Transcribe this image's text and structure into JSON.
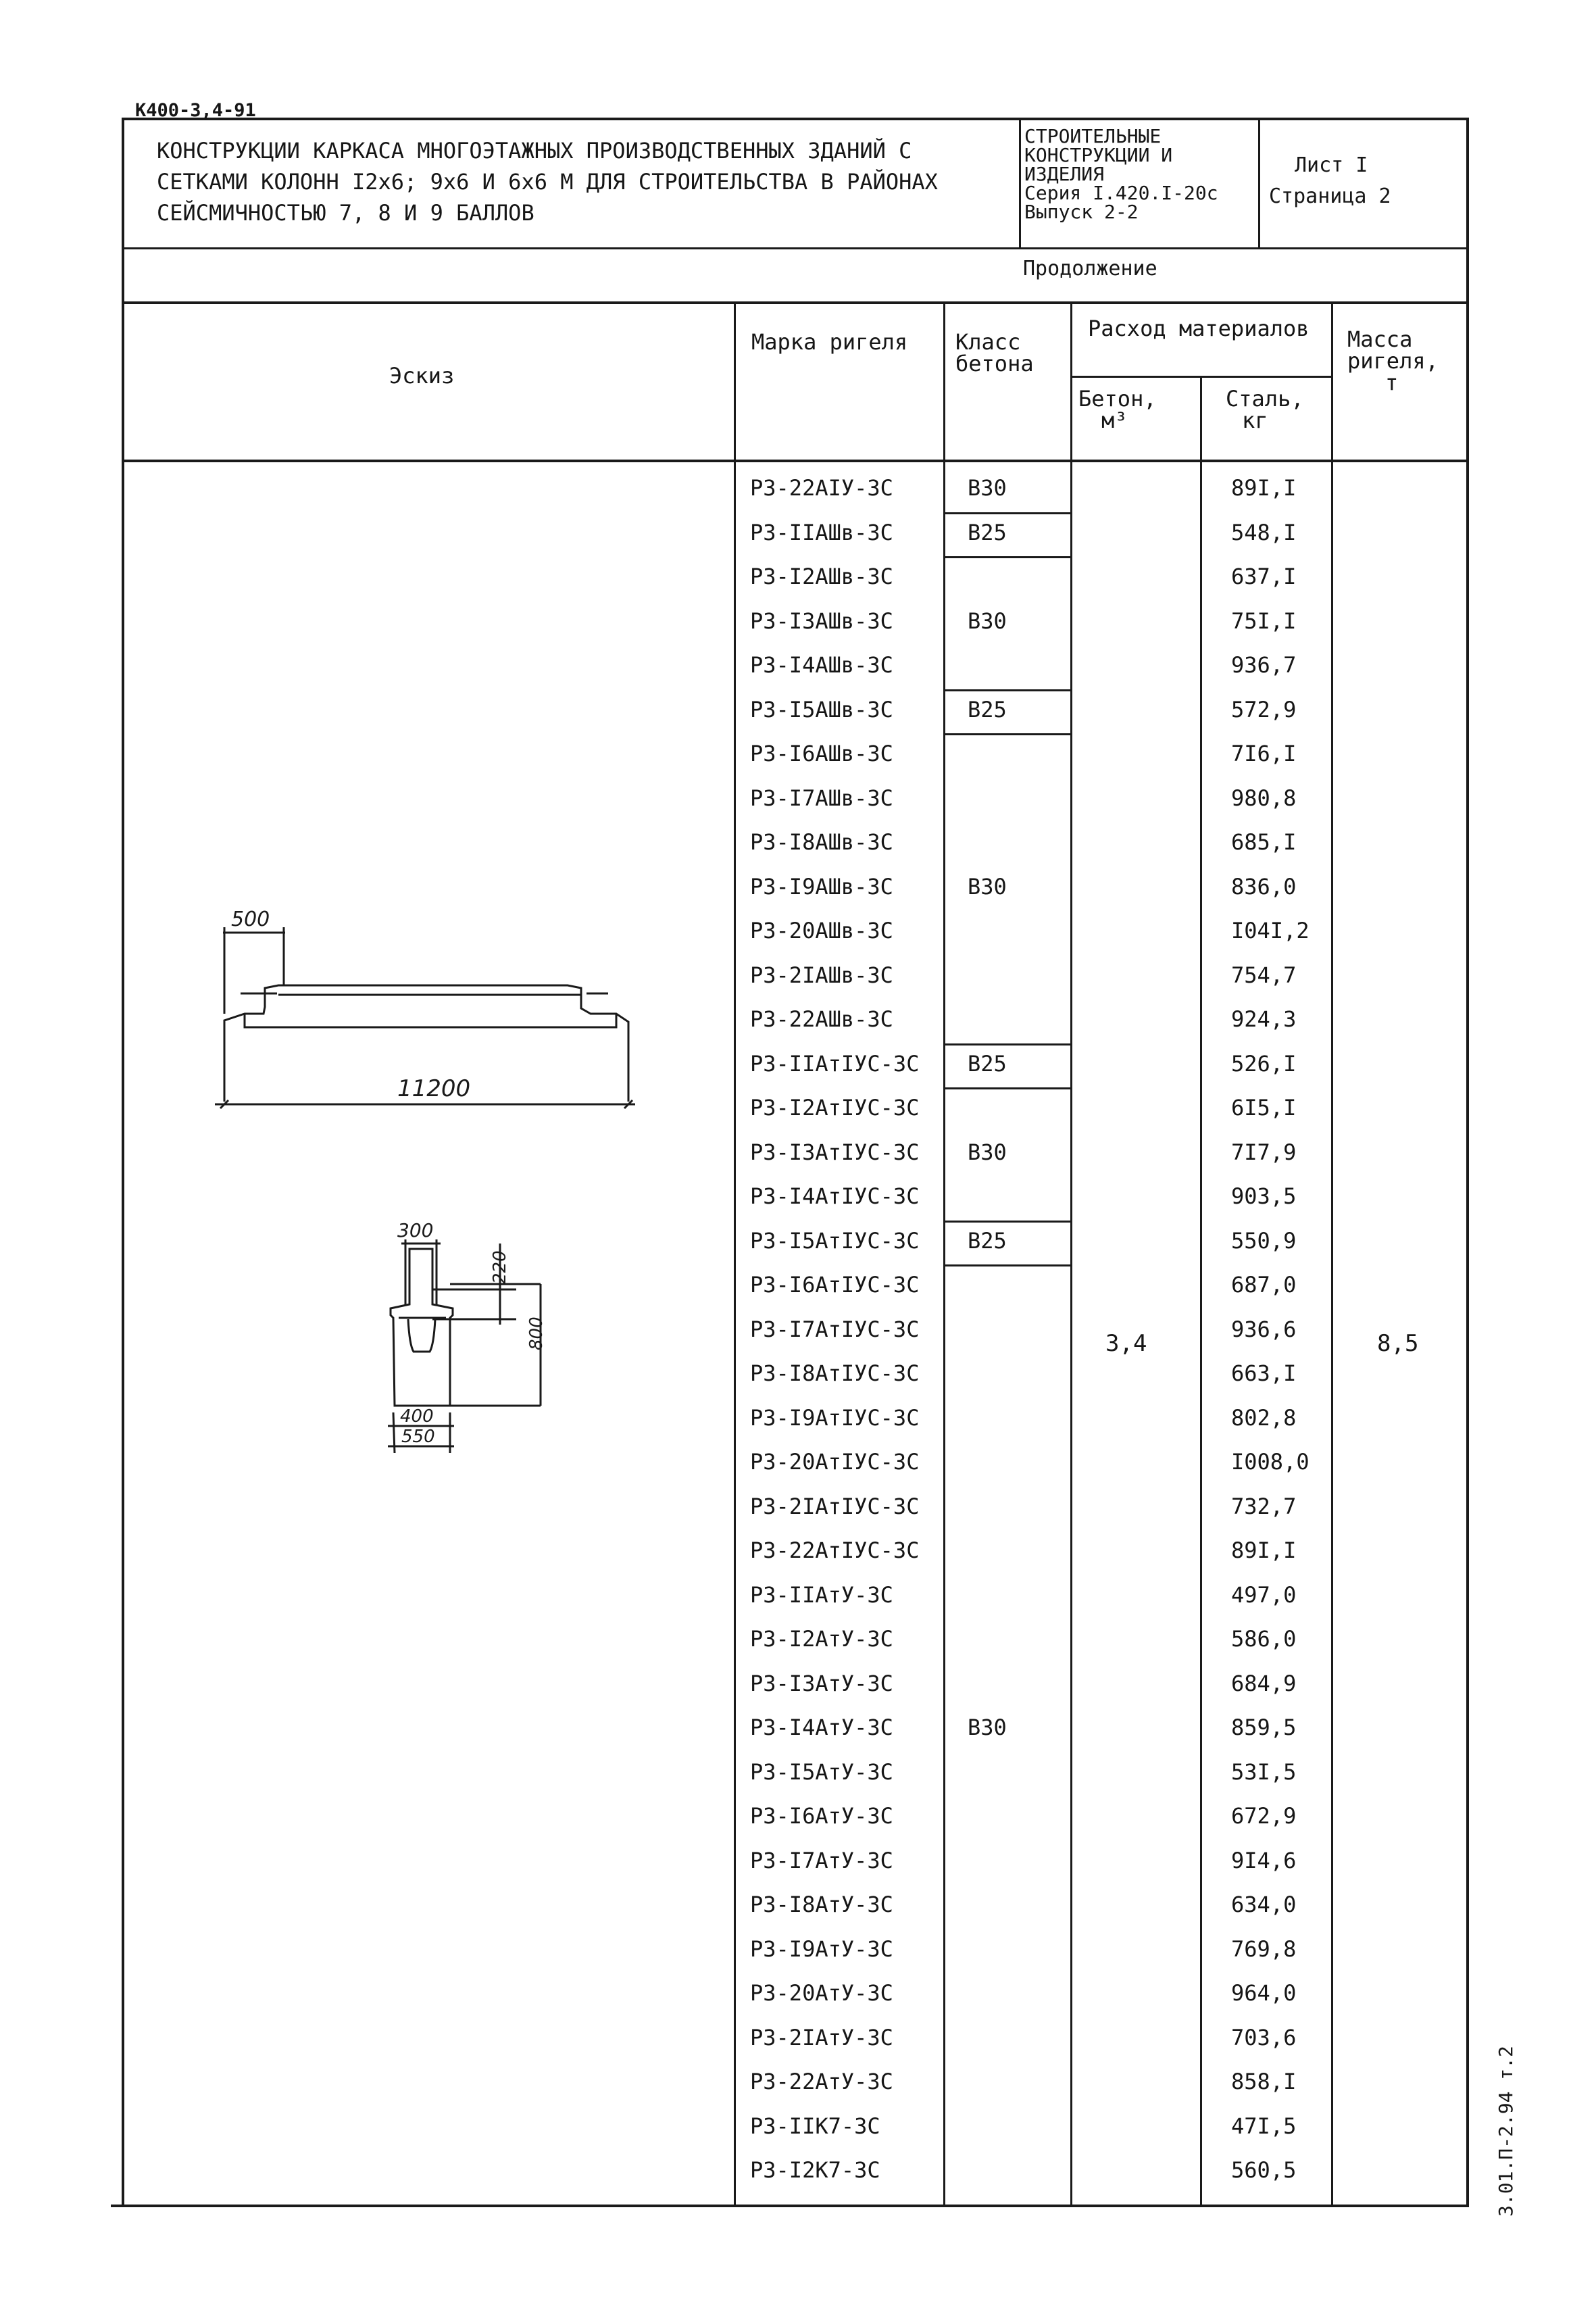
{
  "doc_code": "К400-3,4-91",
  "title_lines": [
    "КОНСТРУКЦИИ КАРКАСА МНОГОЭТАЖНЫХ ПРОИЗВОДСТВЕННЫХ ЗДАНИЙ С",
    "СЕТКАМИ КОЛОНН  I2х6; 9х6 И 6х6 М ДЛЯ СТРОИТЕЛЬСТВА В РАЙОНАХ",
    "СЕЙСМИЧНОСТЬЮ  7, 8 И 9 БАЛЛОВ"
  ],
  "series_block": [
    "СТРОИТЕЛЬНЫЕ",
    "КОНСТРУКЦИИ И",
    "ИЗДЕЛИЯ",
    "Серия I.420.I-20с",
    "Выпуск  2-2"
  ],
  "sheet_block": {
    "list": "Лист   I",
    "page": "Страница  2"
  },
  "continuation": "Продолжение",
  "headers": {
    "sketch": "Эскиз",
    "mark": "Марка ригеля",
    "concrete_class": [
      "Класс",
      "бетона"
    ],
    "materials": "Расход материалов",
    "concrete": [
      "Бетон,",
      "м³"
    ],
    "steel": [
      "Сталь,",
      "кг"
    ],
    "mass": [
      "Масса",
      "ригеля,",
      "т"
    ]
  },
  "rows": [
    {
      "mark": "Р3-22АIУ-3С",
      "steel": "89I,I"
    },
    {
      "mark": "Р3-IIАШв-3С",
      "steel": "548,I"
    },
    {
      "mark": "Р3-I2АШв-3С",
      "steel": "637,I"
    },
    {
      "mark": "Р3-I3АШв-3С",
      "steel": "75I,I"
    },
    {
      "mark": "Р3-I4АШв-3С",
      "steel": "936,7"
    },
    {
      "mark": "Р3-I5АШв-3С",
      "steel": "572,9"
    },
    {
      "mark": "Р3-I6АШв-3С",
      "steel": "7I6,I"
    },
    {
      "mark": "Р3-I7АШв-3С",
      "steel": "980,8"
    },
    {
      "mark": "Р3-I8АШв-3С",
      "steel": "685,I"
    },
    {
      "mark": "Р3-I9АШв-3С",
      "steel": "836,0"
    },
    {
      "mark": "Р3-20АШв-3С",
      "steel": "I04I,2"
    },
    {
      "mark": "Р3-2IАШв-3С",
      "steel": "754,7"
    },
    {
      "mark": "Р3-22АШв-3С",
      "steel": "924,3"
    },
    {
      "mark": "Р3-IIАтIУС-3С",
      "steel": "526,I"
    },
    {
      "mark": "Р3-I2АтIУС-3С",
      "steel": "6I5,I"
    },
    {
      "mark": "Р3-I3АтIУС-3С",
      "steel": "7I7,9"
    },
    {
      "mark": "Р3-I4АтIУС-3С",
      "steel": "903,5"
    },
    {
      "mark": "Р3-I5АтIУС-3С",
      "steel": "550,9"
    },
    {
      "mark": "Р3-I6АтIУС-3С",
      "steel": "687,0"
    },
    {
      "mark": "Р3-I7АтIУС-3С",
      "steel": "936,6"
    },
    {
      "mark": "Р3-I8АтIУС-3С",
      "steel": "663,I"
    },
    {
      "mark": "Р3-I9АтIУС-3С",
      "steel": "802,8"
    },
    {
      "mark": "Р3-20АтIУС-3С",
      "steel": "I008,0"
    },
    {
      "mark": "Р3-2IАтIУС-3С",
      "steel": "732,7"
    },
    {
      "mark": "Р3-22АтIУС-3С",
      "steel": "89I,I"
    },
    {
      "mark": "Р3-IIАтУ-3С",
      "steel": "497,0"
    },
    {
      "mark": "Р3-I2АтУ-3С",
      "steel": "586,0"
    },
    {
      "mark": "Р3-I3АтУ-3С",
      "steel": "684,9"
    },
    {
      "mark": "Р3-I4АтУ-3С",
      "steel": "859,5"
    },
    {
      "mark": "Р3-I5АтУ-3С",
      "steel": "53I,5"
    },
    {
      "mark": "Р3-I6АтУ-3С",
      "steel": "672,9"
    },
    {
      "mark": "Р3-I7АтУ-3С",
      "steel": "9I4,6"
    },
    {
      "mark": "Р3-I8АтУ-3С",
      "steel": "634,0"
    },
    {
      "mark": "Р3-I9АтУ-3С",
      "steel": "769,8"
    },
    {
      "mark": "Р3-20АтУ-3С",
      "steel": "964,0"
    },
    {
      "mark": "Р3-2IАтУ-3С",
      "steel": "703,6"
    },
    {
      "mark": "Р3-22АтУ-3С",
      "steel": "858,I"
    },
    {
      "mark": "Р3-IIК7-3С",
      "steel": "47I,5"
    },
    {
      "mark": "Р3-I2К7-3С",
      "steel": "560,5"
    }
  ],
  "class_labels": [
    {
      "text": "В30",
      "row": 0
    },
    {
      "text": "В25",
      "row": 1
    },
    {
      "text": "В30",
      "row": 3
    },
    {
      "text": "В25",
      "row": 5
    },
    {
      "text": "В30",
      "row": 9
    },
    {
      "text": "В25",
      "row": 13
    },
    {
      "text": "В30",
      "row": 15
    },
    {
      "text": "В25",
      "row": 17
    },
    {
      "text": "В30",
      "row": 28
    }
  ],
  "concrete_volume": "3,4",
  "beam_mass": "8,5",
  "sketch_dims": {
    "top_width": "500",
    "length": "11200",
    "web": "300",
    "flange_h": "220",
    "height": "800",
    "bottom_inner": "400",
    "bottom": "550"
  },
  "side_stamp": "3.01.П-2.94 т.2"
}
